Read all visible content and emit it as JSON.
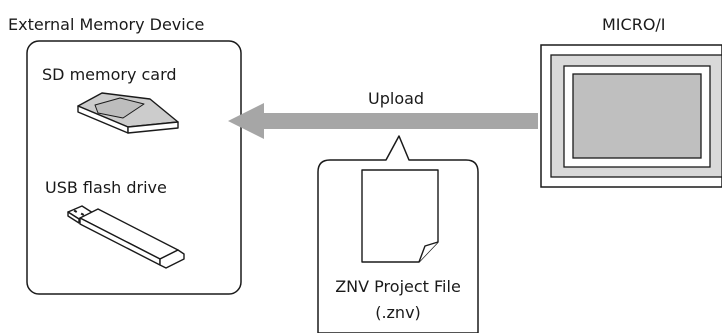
{
  "labels": {
    "external_memory_device": "External Memory Device",
    "sd_card": "SD memory card",
    "usb_drive": "USB flash drive",
    "micro_i": "MICRO/I",
    "upload": "Upload",
    "project_file_line1": "ZNV Project File",
    "project_file_line2": "(.znv)"
  },
  "icons": {
    "storage": [
      "sd-card-icon",
      "usb-flash-drive-icon"
    ],
    "device": "touchscreen-display-icon",
    "file": "document-file-icon",
    "transfer": "left-arrow-icon"
  },
  "colors": {
    "arrow": "#a6a6a6",
    "outline": "#1a1a1a",
    "sd_card_fill": "#cccccc",
    "usb_fill": "#ffffff",
    "display_bezel": "#d9d9d9",
    "display_screen": "#bfbfbf"
  }
}
